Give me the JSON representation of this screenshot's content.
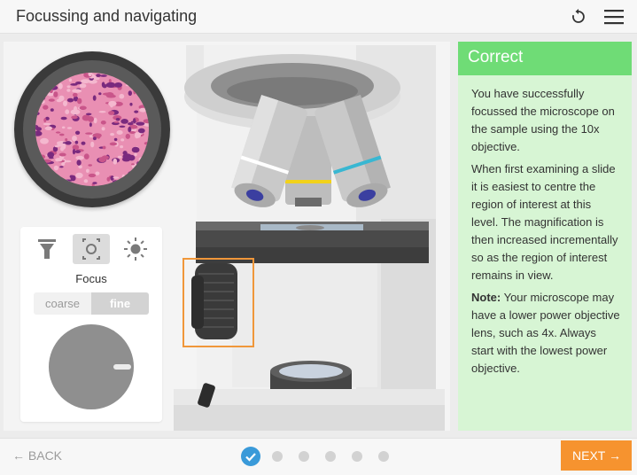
{
  "header": {
    "title": "Focussing and navigating"
  },
  "panel": {
    "focus_label": "Focus",
    "modes": {
      "coarse": "coarse",
      "fine": "fine"
    },
    "selected_mode": "fine",
    "controls": [
      "objective-icon",
      "focus-icon",
      "light-icon"
    ],
    "active_control": "focus-icon"
  },
  "feedback": {
    "heading": "Correct",
    "paragraphs": [
      "You have successfully focussed the microscope on the sample using the 10x objective.",
      "When first examining a slide it is easiest to centre the region of interest at this level. The magnification is then increased incrementally so as the region of interest remains in view."
    ],
    "note_label": "Note:",
    "note_text": " Your microscope may have a lower power objective lens, such as 4x. Always start with the lowest power objective."
  },
  "footer": {
    "back_label": "BACK",
    "next_label": "NEXT",
    "steps_total": 6,
    "current_step": 1
  },
  "colors": {
    "correct_header": "#6fdc76",
    "correct_body": "#d7f5d4",
    "next_button": "#f6932f",
    "highlight": "#f0973a",
    "step_done": "#3a9ad9"
  }
}
